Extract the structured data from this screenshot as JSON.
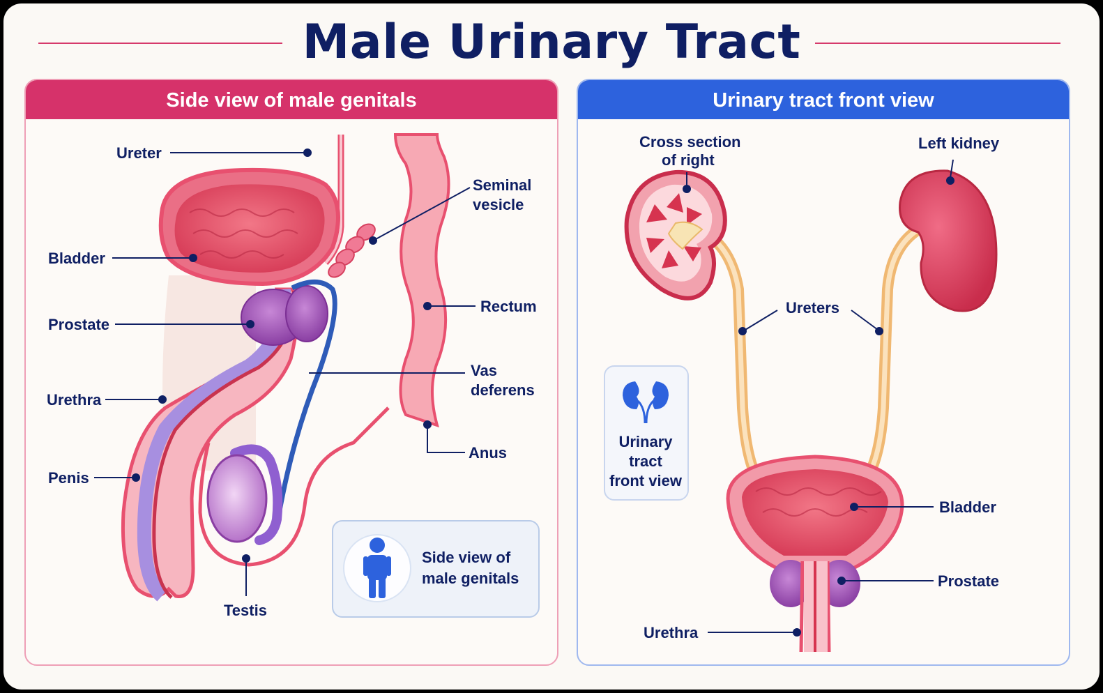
{
  "title": "Male Urinary Tract",
  "colors": {
    "title": "#0f1f63",
    "left_accent": "#d6326a",
    "right_accent": "#2d62dd",
    "tissue": "#e8506f",
    "prostate": "#9b4fb0",
    "vas_deferens": "#2e5bb8",
    "ureter": "#f5c98a"
  },
  "left_panel": {
    "header": "Side view of male genitals",
    "labels": {
      "ureter": "Ureter",
      "bladder": "Bladder",
      "prostate": "Prostate",
      "urethra": "Urethra",
      "penis": "Penis",
      "testis": "Testis",
      "seminal_vesicle_1": "Seminal",
      "seminal_vesicle_2": "vesicle",
      "rectum": "Rectum",
      "vas_deferens_1": "Vas",
      "vas_deferens_2": "deferens",
      "anus": "Anus"
    },
    "inset": {
      "icon": "person-icon",
      "line1": "Side view of",
      "line2": "male genitals"
    }
  },
  "right_panel": {
    "header": "Urinary tract front view",
    "labels": {
      "cross_section_1": "Cross section",
      "cross_section_2": "of right",
      "left_kidney": "Left kidney",
      "ureters": "Ureters",
      "bladder": "Bladder",
      "prostate": "Prostate",
      "urethra": "Urethra"
    },
    "inset": {
      "icon": "kidneys-icon",
      "line1": "Urinary",
      "line2": "tract",
      "line3": "front view"
    }
  }
}
